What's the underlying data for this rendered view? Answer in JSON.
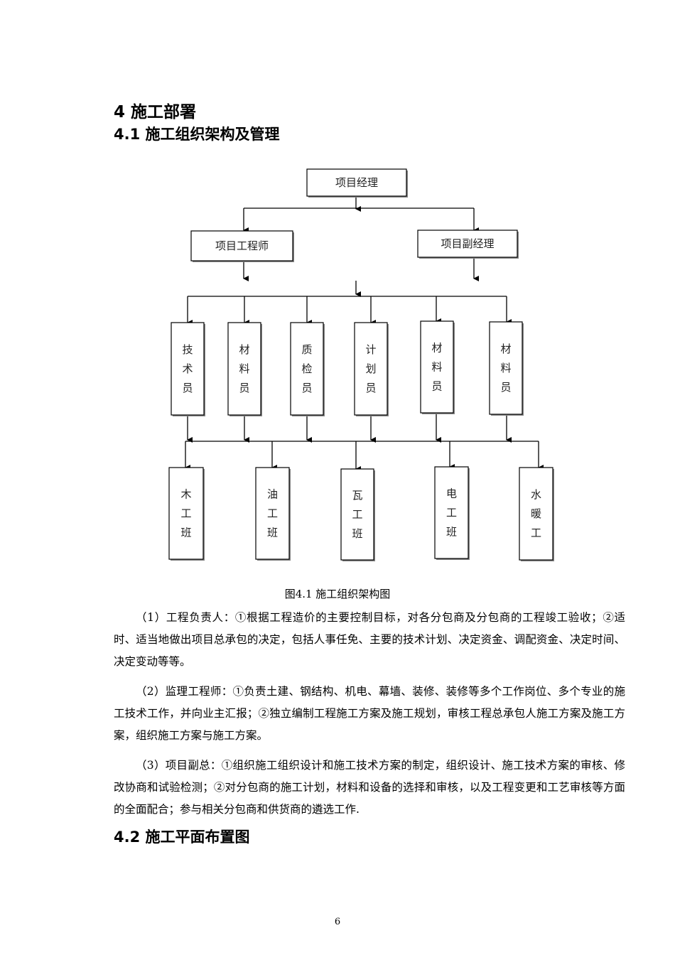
{
  "headings": {
    "h1": "4  施工部署",
    "h41": "4.1 施工组织架构及管理",
    "h42": "4.2 施工平面布置图"
  },
  "org_chart": {
    "top": "项目经理",
    "level2": [
      "项目工程师",
      "项目副经理"
    ],
    "level3": [
      "技术员",
      "材料员",
      "质检员",
      "计划员",
      "材料员",
      "材料员"
    ],
    "level4": [
      "木工班",
      "油工班",
      "瓦工班",
      "电工班",
      "水暖工"
    ]
  },
  "caption": "图4.1 施工组织架构图",
  "paragraphs": [
    "（1）工程负责人：①根据工程造价的主要控制目标，对各分包商及分包商的工程竣工验收；②适时、适当地做出项目总承包的决定，包括人事任免、主要的技术计划、决定资金、调配资金、决定时间、决定变动等等。",
    "（2）监理工程师：①负责土建、钢结构、机电、幕墙、装修、装修等多个工作岗位、多个专业的施工技术工作，并向业主汇报；②独立编制工程施工方案及施工规划，审核工程总承包人施工方案及施工方案，组织施工方案与施工方案。",
    "（3）项目副总：①组织施工组织设计和施工技术方案的制定，组织设计、施工技术方案的审核、修改协商和试验检测；②对分包商的施工计划，材料和设备的选择和审核，以及工程变更和工艺审核等方面的全面配合；参与相关分包商和供货商的遴选工作."
  ],
  "page_number": "6"
}
